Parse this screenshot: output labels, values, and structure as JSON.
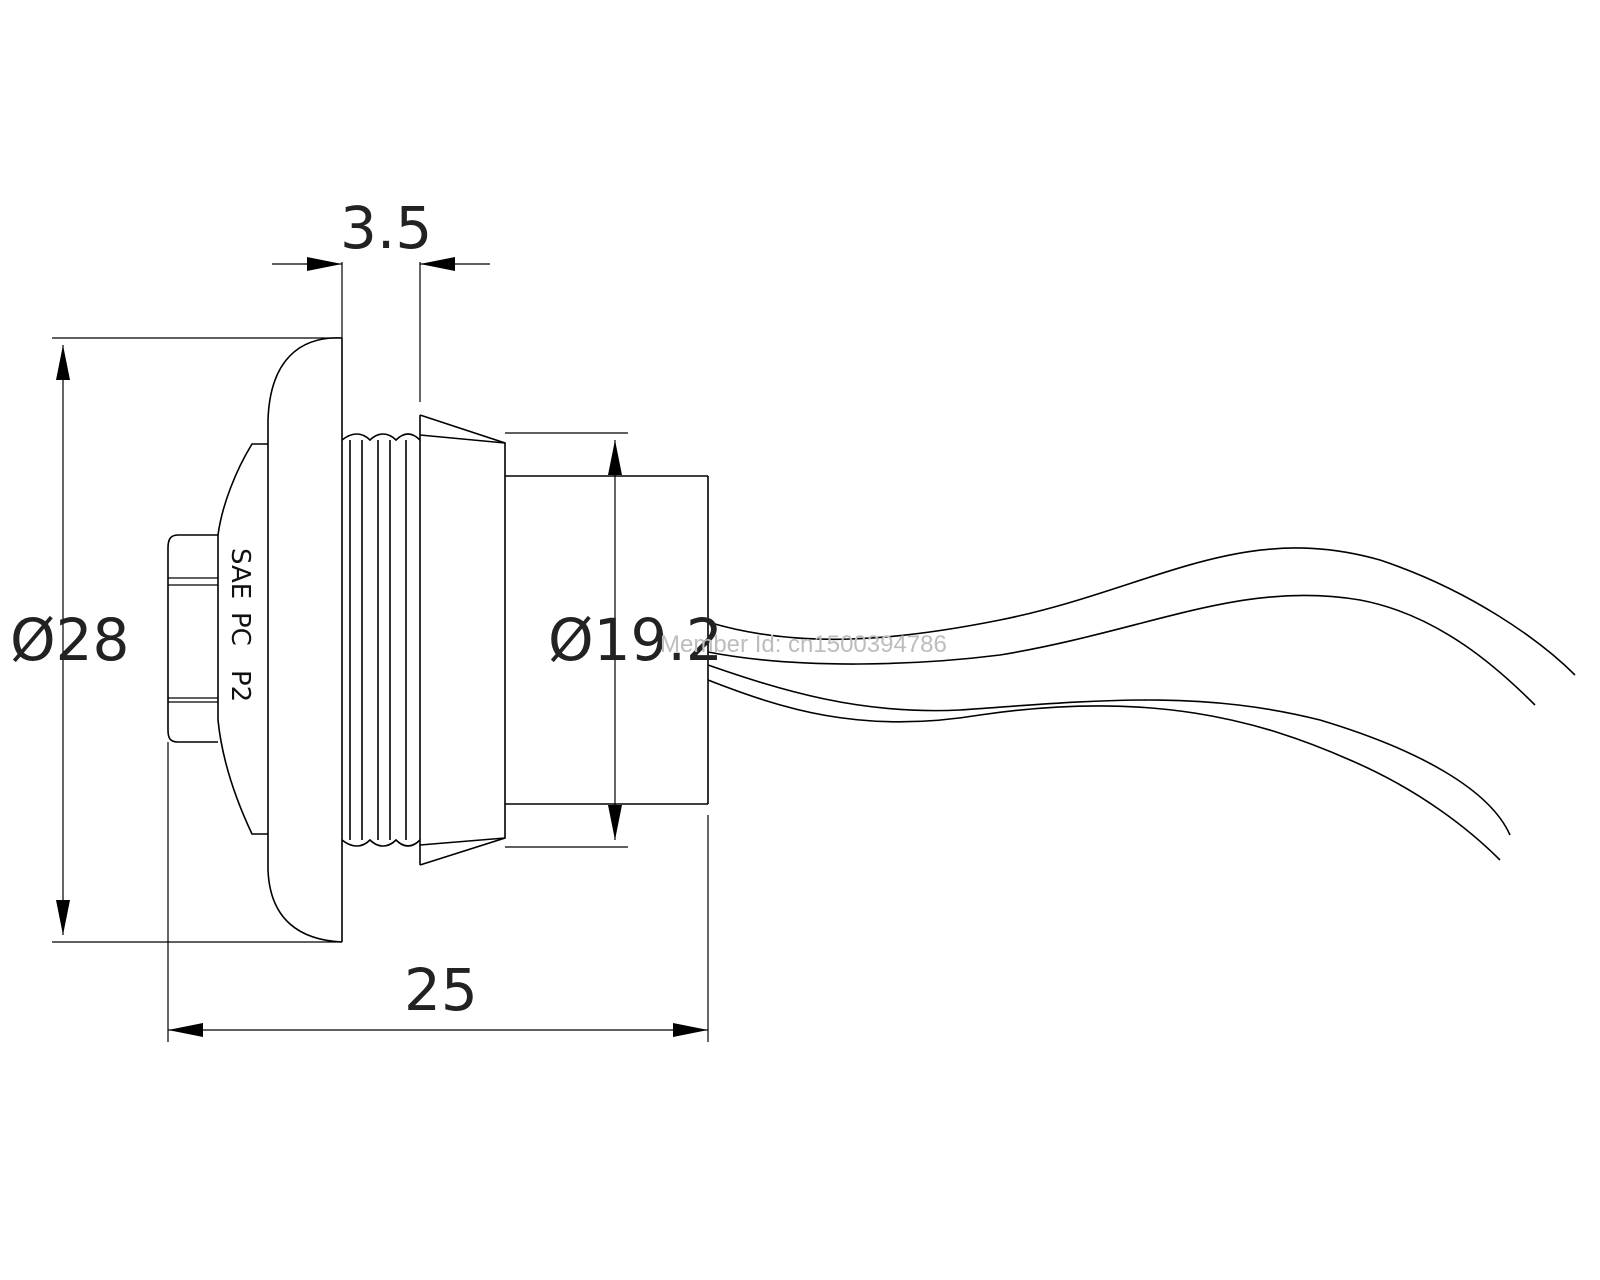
{
  "dimensions": {
    "flange_diameter": "Ø28",
    "body_diameter": "Ø19.2",
    "overall_length": "25",
    "thread_length": "3.5"
  },
  "part_marking": {
    "line1": "SAE",
    "line2": "PC",
    "line3": "P2"
  },
  "watermark": "Member Id: cn1500394786"
}
